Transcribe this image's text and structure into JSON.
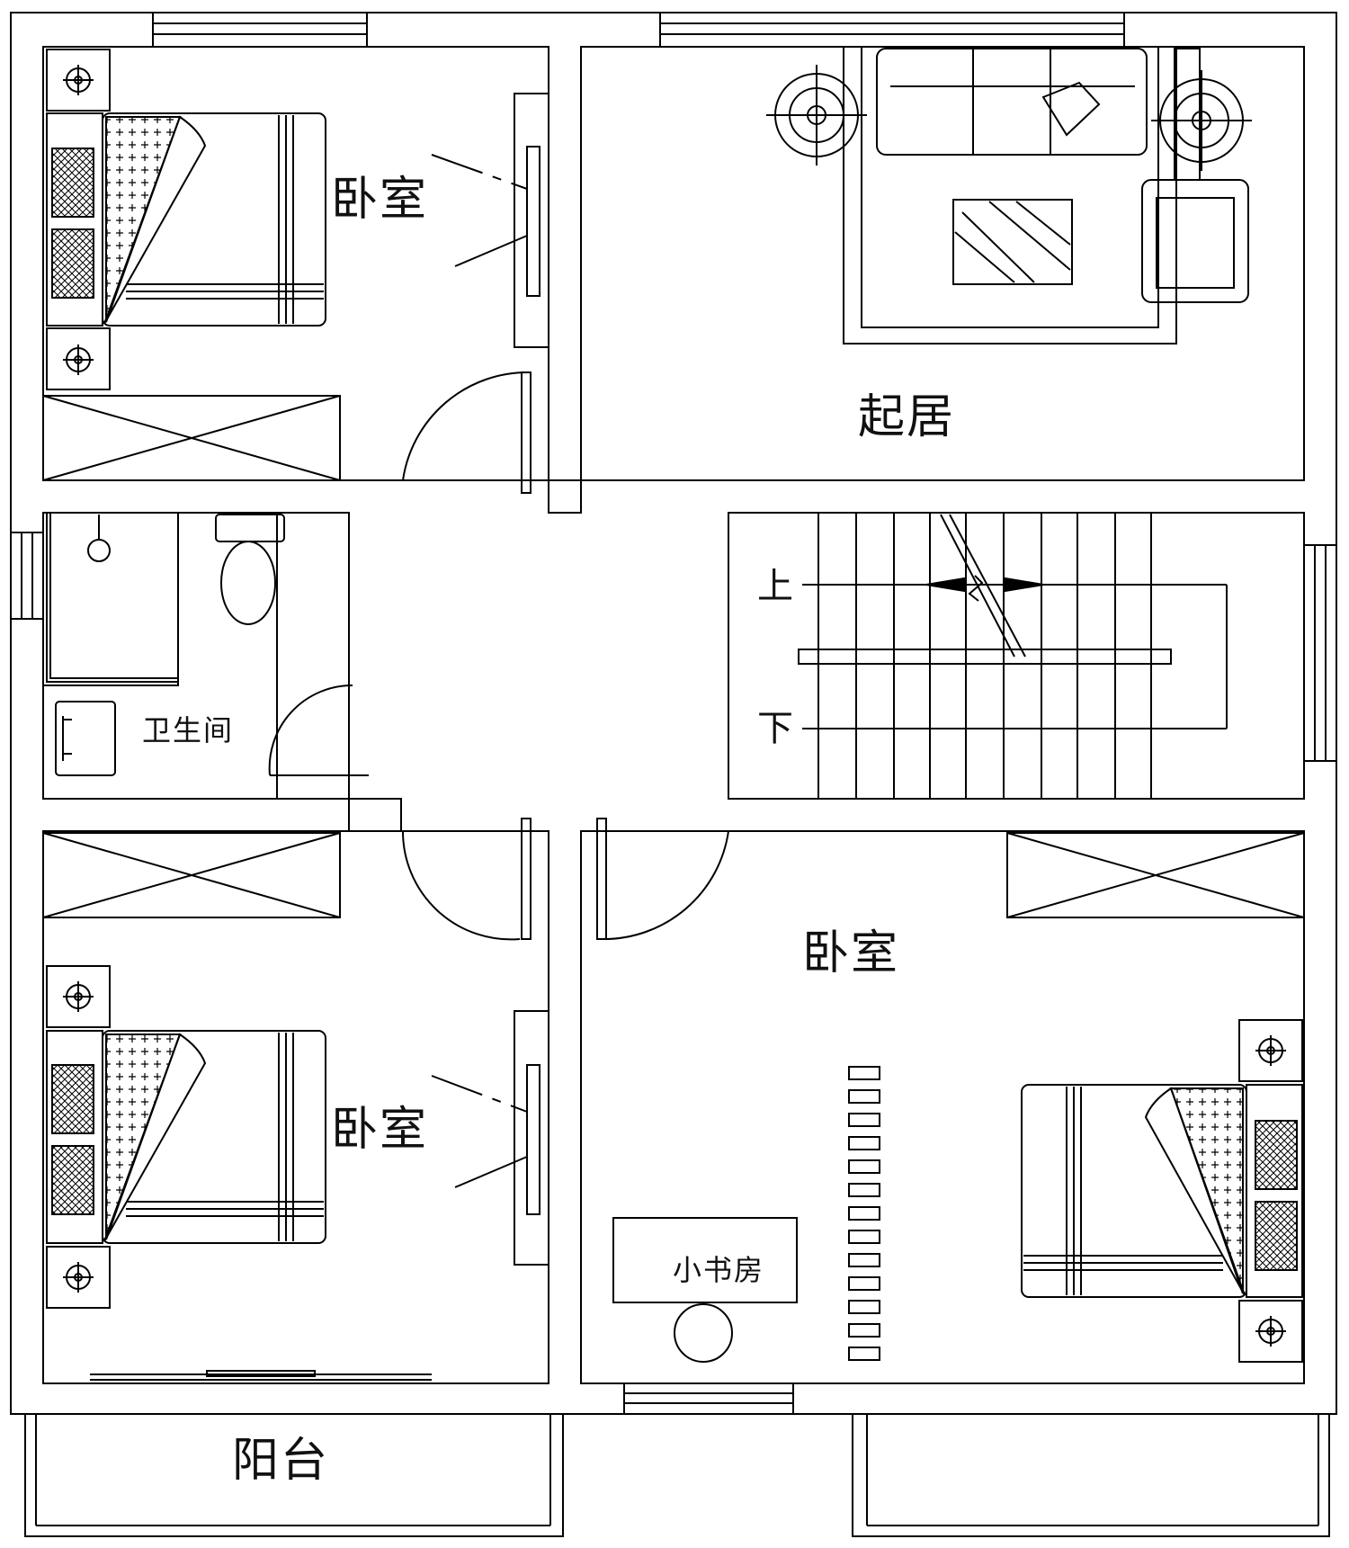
{
  "rooms": {
    "bedroom_top_left": "卧室",
    "living_room": "起居",
    "bathroom": "卫生间",
    "bedroom_bottom_left": "卧室",
    "bedroom_bottom_right": "卧室",
    "study": "小书房",
    "balcony": "阳台"
  },
  "stairs": {
    "up_label": "上",
    "down_label": "下"
  }
}
